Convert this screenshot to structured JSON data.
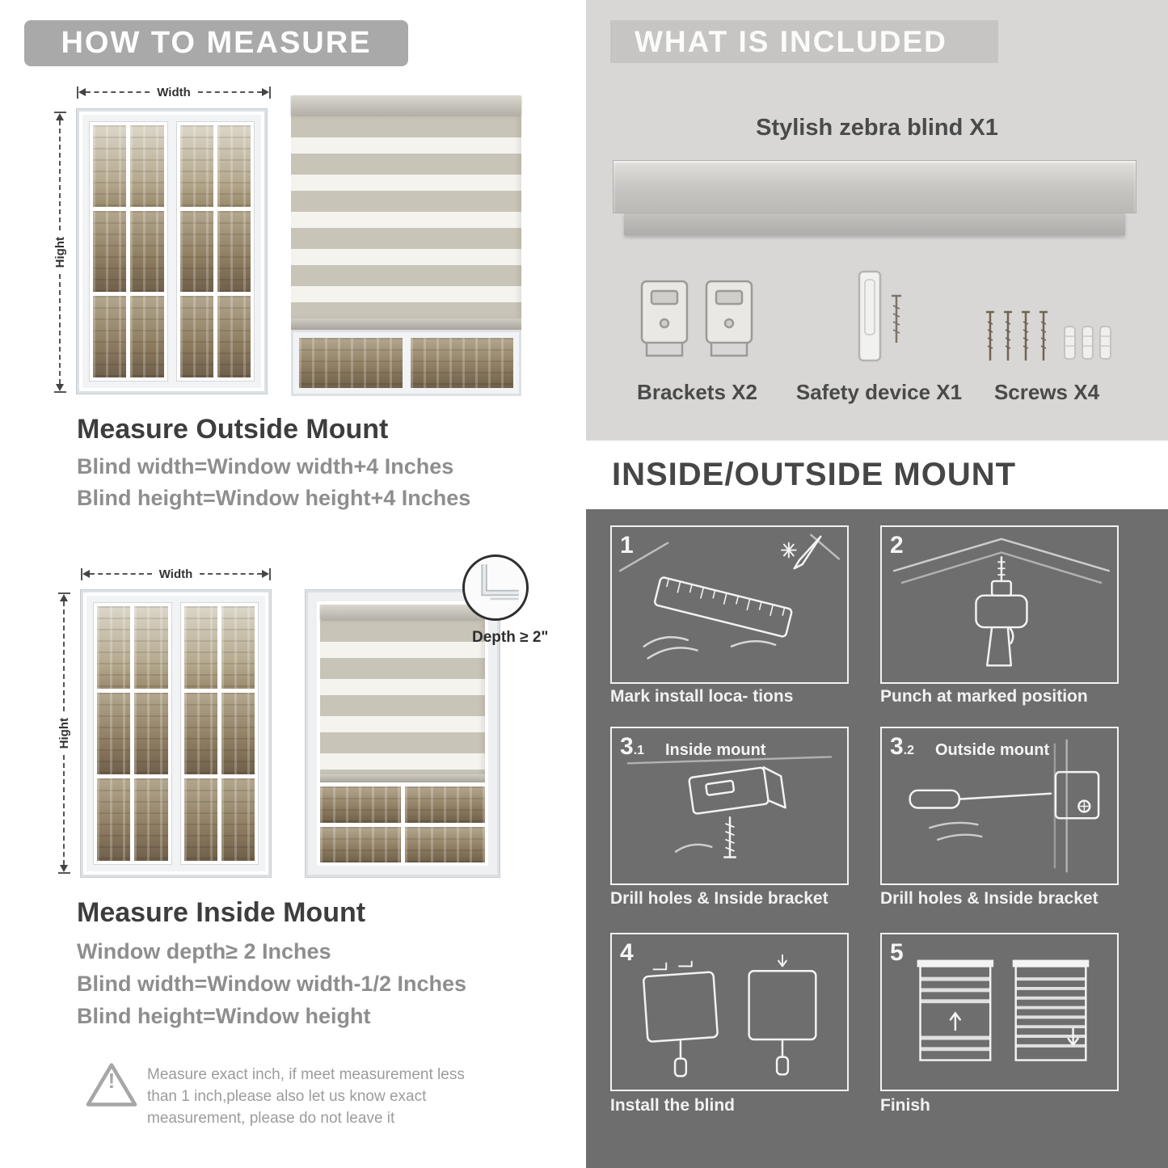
{
  "left": {
    "header": "HOW TO MEASURE",
    "width_label": "Width",
    "height_label": "Hight",
    "outside_mount": {
      "title": "Measure Outside Mount",
      "lines": [
        "Blind width=Window width+4 Inches",
        "Blind height=Window height+4 Inches"
      ]
    },
    "inside_mount": {
      "title": "Measure Inside Mount",
      "depth_label": "Depth ≥ 2\"",
      "lines": [
        "Window depth≥ 2 Inches",
        "Blind width=Window width-1/2 Inches",
        "Blind height=Window height"
      ]
    },
    "warning": {
      "mark": "!",
      "lines": [
        "Measure exact inch, if meet measurement less",
        "than 1 inch,please also let us know exact",
        "measurement, please do not leave it"
      ]
    }
  },
  "right": {
    "included": {
      "header": "WHAT IS INCLUDED",
      "product": "Stylish zebra blind X1",
      "items": [
        "Brackets X2",
        "Safety device X1",
        "Screws X4"
      ]
    },
    "mount": {
      "header": "INSIDE/OUTSIDE MOUNT",
      "steps": [
        {
          "num": "1",
          "sub": "",
          "label": "",
          "caption": "Mark install loca- tions"
        },
        {
          "num": "2",
          "sub": "",
          "label": "",
          "caption": "Punch at  marked position"
        },
        {
          "num": "3",
          "sub": ".1",
          "label": "Inside mount",
          "caption": "Drill holes &  Inside bracket"
        },
        {
          "num": "3",
          "sub": ".2",
          "label": "Outside mount",
          "caption": "Drill holes &  Inside bracket"
        },
        {
          "num": "4",
          "sub": "",
          "label": "",
          "caption": "Install the blind"
        },
        {
          "num": "5",
          "sub": "",
          "label": "",
          "caption": "Finish"
        }
      ]
    }
  },
  "colors": {
    "header_bar": "#a9a9a9",
    "included_bg": "#d8d7d5",
    "dark_section": "#6e6e6e",
    "accent_text": "#4a4a4a"
  }
}
